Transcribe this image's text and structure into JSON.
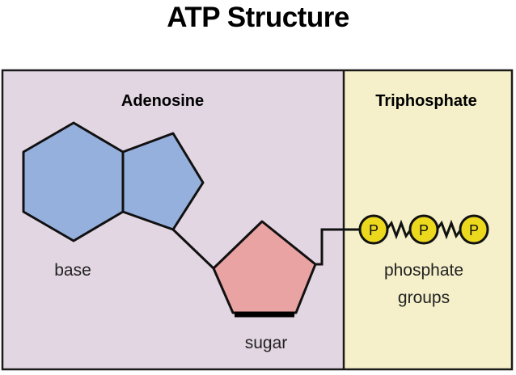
{
  "title": "ATP Structure",
  "sections": {
    "adenosine": {
      "label": "Adenosine",
      "color": "#e2d6e2"
    },
    "triphosphate": {
      "label": "Triphosphate",
      "color": "#f5f0c9"
    }
  },
  "parts": {
    "base": {
      "label": "base",
      "color": "#96b0dd"
    },
    "sugar": {
      "label": "sugar",
      "color": "#eaa3a3"
    },
    "phosphate_groups": {
      "label_line1": "phosphate",
      "label_line2": "groups",
      "color": "#ecd91e"
    }
  },
  "phosphate_symbols": [
    "P",
    "P",
    "P"
  ]
}
